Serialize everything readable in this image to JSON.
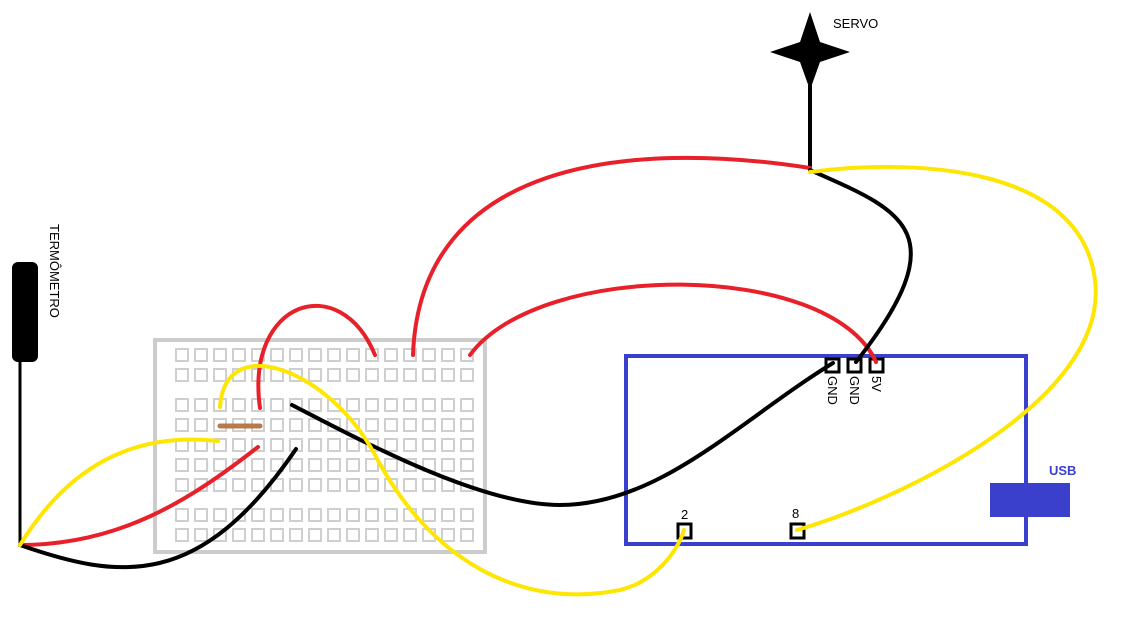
{
  "labels": {
    "servo": "SERVO",
    "thermometer": "TERMÔMETRO",
    "usb": "USB",
    "pin_gnd_1": "GND",
    "pin_gnd_2": "GND",
    "pin_5v": "5V",
    "pin_2": "2",
    "pin_8": "8"
  },
  "colors": {
    "wire_red": "#e8202a",
    "wire_black": "#000000",
    "wire_yellow": "#ffe600",
    "board_outline": "#3a3fcc",
    "breadboard": "#cccccc",
    "resistor": "#b87a4b"
  },
  "icons": {
    "servo": "servo-star-icon",
    "thermometer": "thermometer-probe-icon",
    "usb": "usb-port-icon"
  }
}
